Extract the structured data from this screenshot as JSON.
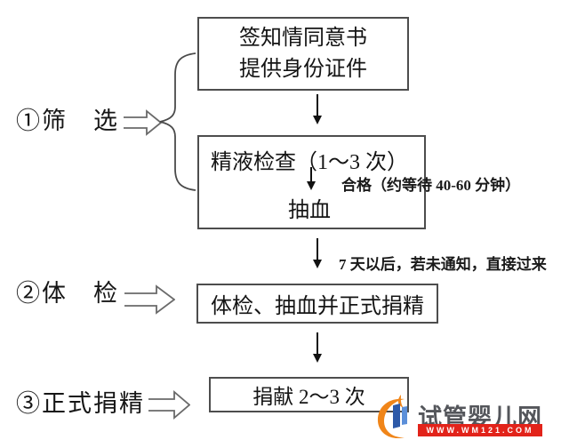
{
  "steps": [
    {
      "label": "①筛　选"
    },
    {
      "label": "②体　检"
    },
    {
      "label": "③正式捐精"
    }
  ],
  "flow": {
    "box_consent": {
      "line1": "签知情同意书",
      "line2": "提供身份证件"
    },
    "box_semen_test": {
      "line1": "精液检查（1～3 次）",
      "line2": "抽血"
    },
    "box_physical_exam": {
      "label": "体检、抽血并正式捐精"
    },
    "box_donation": {
      "label": "捐献 2～3 次"
    }
  },
  "annotations": {
    "qualified": "合格（约等待 40-60 分钟）",
    "seven_days": "7 天以后，若未通知，直接过来"
  },
  "watermark": {
    "site_name": "试管婴儿网",
    "site_url": "WWW.WM121.COM"
  },
  "icons": {
    "down_arrow": "↓",
    "block_right_arrow": "⇨",
    "left_curly_brace": "{",
    "site_logo": "orange-swoosh-blue-bars"
  },
  "colors": {
    "background": "#ffffff",
    "text": "#111111",
    "box_border": "#4d4d4d",
    "watermark_red": "#e2231a",
    "watermark_orange": "#f08519",
    "watermark_blue_dark": "#2d59a8",
    "watermark_blue_light": "#5b8fd9",
    "watermark_gray": "#54565b"
  }
}
